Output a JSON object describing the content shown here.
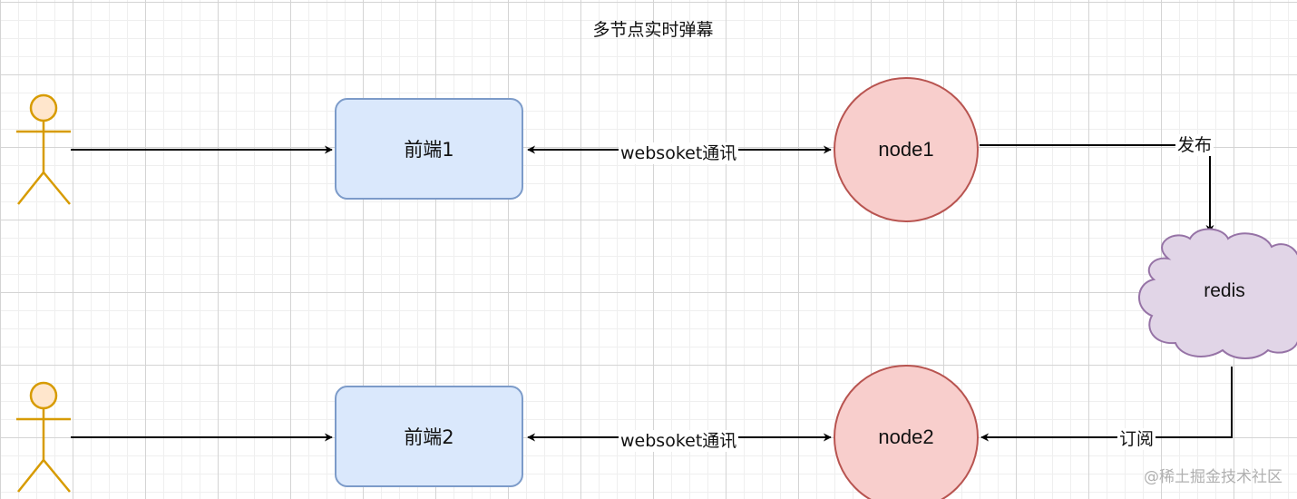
{
  "diagram": {
    "title": "多节点实时弹幕",
    "frontends": [
      {
        "label": "前端1"
      },
      {
        "label": "前端2"
      }
    ],
    "nodes": [
      {
        "label": "node1"
      },
      {
        "label": "node2"
      }
    ],
    "store": {
      "label": "redis"
    },
    "edges": {
      "ws_top": "websoket通讯",
      "ws_bottom": "websoket通讯",
      "publish": "发布",
      "subscribe": "订阅"
    },
    "watermark": "@稀土掘金技术社区"
  },
  "colors": {
    "actor_stroke": "#d79b00",
    "actor_fill": "#ffe6cc",
    "box_fill": "#dae8fc",
    "box_stroke": "#7c9bc9",
    "node_fill": "#f8cecc",
    "node_stroke": "#b85450",
    "cloud_fill": "#e1d5e7",
    "cloud_stroke": "#9673a6",
    "edge": "#000000"
  },
  "icons": {
    "actor": "stick-figure-user-icon",
    "store": "cloud-shape"
  }
}
